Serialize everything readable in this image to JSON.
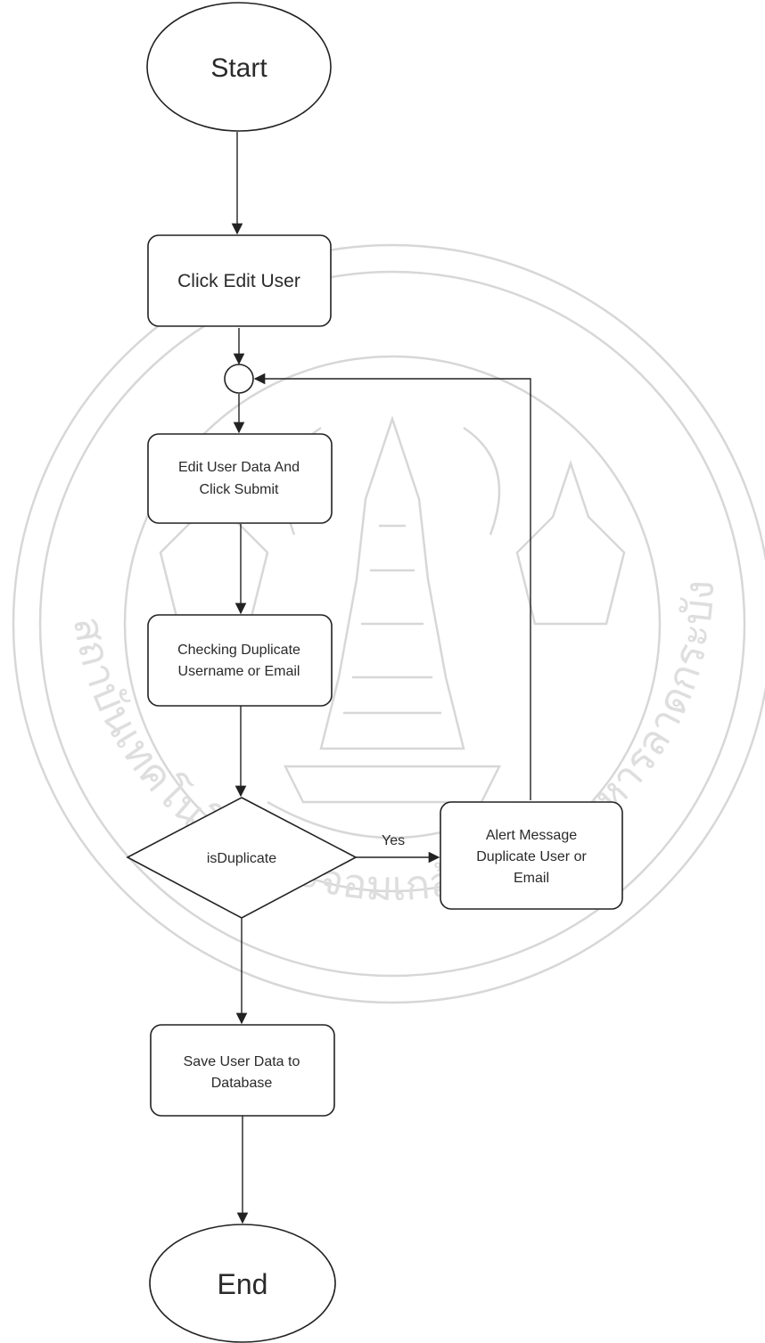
{
  "nodes": {
    "start": "Start",
    "click_edit_user": "Click Edit User",
    "edit_user_data": [
      "Edit User Data And",
      "Click Submit"
    ],
    "checking_duplicate": [
      "Checking Duplicate",
      "Username or Email"
    ],
    "is_duplicate": "isDuplicate",
    "alert_message": [
      "Alert Message",
      "Duplicate User or",
      "Email"
    ],
    "save_user_data": [
      "Save User Data to",
      "Database"
    ],
    "end": "End"
  },
  "edges": {
    "yes_label": "Yes"
  },
  "watermark": {
    "arc_text": "สถาบันเทคโนโลยีพระจอมเกล้าเจ้าคุณทหารลาดกระบัง"
  },
  "colors": {
    "stroke": "#222222",
    "text": "#2a2a2a",
    "watermark": "#d7d7d7",
    "background": "#ffffff"
  }
}
